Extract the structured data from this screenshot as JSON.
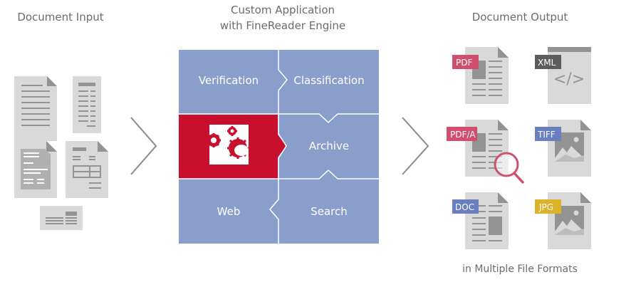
{
  "sections": {
    "input_title": "Document Input",
    "app_title_line1": "Custom Application",
    "app_title_line2": "with FineReader Engine",
    "output_title": "Document Output",
    "output_caption": "in Multiple File Formats"
  },
  "tiles": {
    "top_left": "Verification",
    "top_right": "Classification",
    "mid_right": "Archive",
    "bottom_left": "Web",
    "bottom_right": "Search"
  },
  "formats": [
    {
      "label": "PDF",
      "color": "#d04f6f"
    },
    {
      "label": "XML",
      "color": "#5d5d5d"
    },
    {
      "label": "PDF/A",
      "color": "#d04f6f"
    },
    {
      "label": "TIFF",
      "color": "#6a7fc0"
    },
    {
      "label": "DOC",
      "color": "#6a7fc0"
    },
    {
      "label": "JPG",
      "color": "#dbb22a"
    }
  ],
  "colors": {
    "tile_blue": "#8a9ecb",
    "engine_red": "#c8102e",
    "doc_gray": "#d9d9d9",
    "doc_dark": "#939393"
  }
}
